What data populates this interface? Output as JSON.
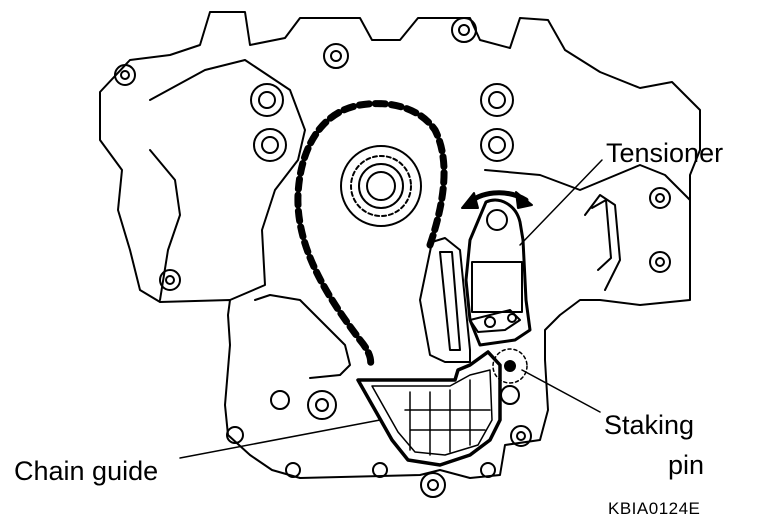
{
  "labels": {
    "tensioner": "Tensioner",
    "staking": "Staking",
    "pin": "pin",
    "chain_guide": "Chain guide",
    "figure_code": "KBIA0124E"
  },
  "colors": {
    "line": "#000000",
    "background": "#ffffff"
  }
}
